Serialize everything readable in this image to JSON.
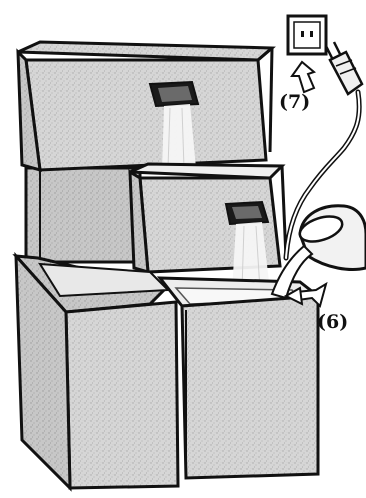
{
  "diagram": {
    "steps": [
      {
        "id": "7",
        "label": "(7)",
        "meaning": "plug-in-power"
      },
      {
        "id": "6",
        "label": "(6)",
        "meaning": "pour-water-into-bottom-basin"
      }
    ],
    "colors": {
      "line": "#111111",
      "stone": "#d9d9d9",
      "stone_dark": "#bcbcbc",
      "water": "#f4f4f4",
      "background": "#ffffff"
    }
  }
}
